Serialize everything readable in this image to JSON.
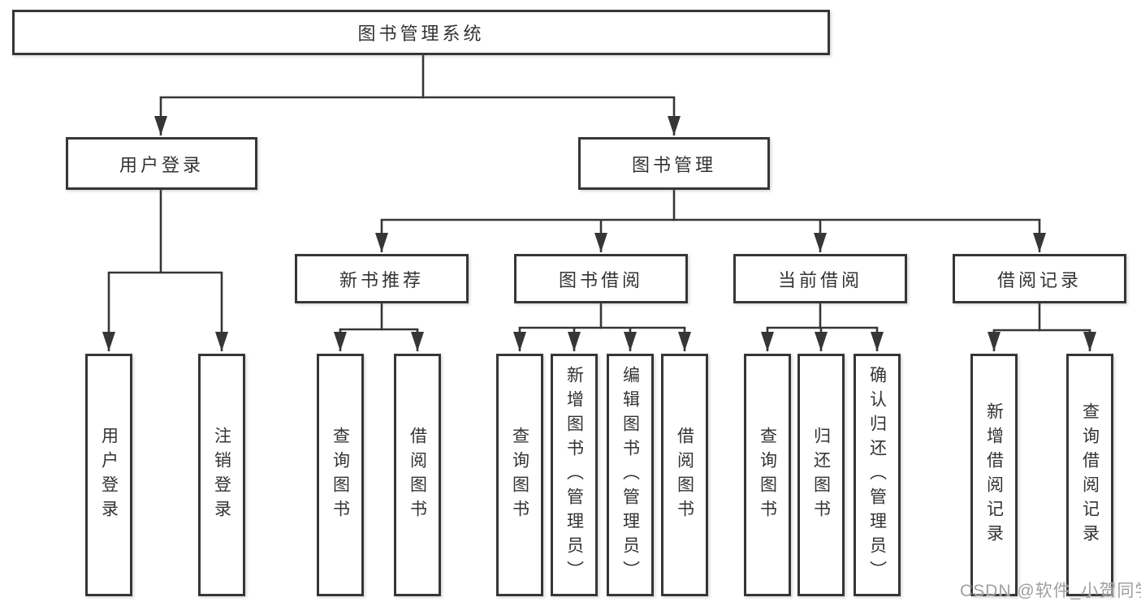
{
  "diagram_title": "图书管理系统",
  "colors": {
    "line": "#363636",
    "text": "#333333",
    "watermark": "#a0a0a0"
  },
  "root": {
    "label": "图书管理系统"
  },
  "level2": [
    {
      "label": "用户登录"
    },
    {
      "label": "图书管理"
    }
  ],
  "level3": [
    {
      "label": "新书推荐",
      "parent": "图书管理"
    },
    {
      "label": "图书借阅",
      "parent": "图书管理"
    },
    {
      "label": "当前借阅",
      "parent": "图书管理"
    },
    {
      "label": "借阅记录",
      "parent": "图书管理"
    }
  ],
  "leaves": [
    {
      "label": "用户登录",
      "parent": "用户登录"
    },
    {
      "label": "注销登录",
      "parent": "用户登录"
    },
    {
      "label": "查询图书",
      "parent": "新书推荐"
    },
    {
      "label": "借阅图书",
      "parent": "新书推荐"
    },
    {
      "label": "查询图书",
      "parent": "图书借阅"
    },
    {
      "label": "新增图书（管理员）",
      "parent": "图书借阅"
    },
    {
      "label": "编辑图书（管理员）",
      "parent": "图书借阅"
    },
    {
      "label": "借阅图书",
      "parent": "图书借阅"
    },
    {
      "label": "查询图书",
      "parent": "当前借阅"
    },
    {
      "label": "归还图书",
      "parent": "当前借阅"
    },
    {
      "label": "确认归还（管理员）",
      "parent": "当前借阅"
    },
    {
      "label": "新增借阅记录",
      "parent": "借阅记录"
    },
    {
      "label": "查询借阅记录",
      "parent": "借阅记录"
    }
  ],
  "watermark": {
    "text": "CSDN @软件_小贺同学"
  }
}
